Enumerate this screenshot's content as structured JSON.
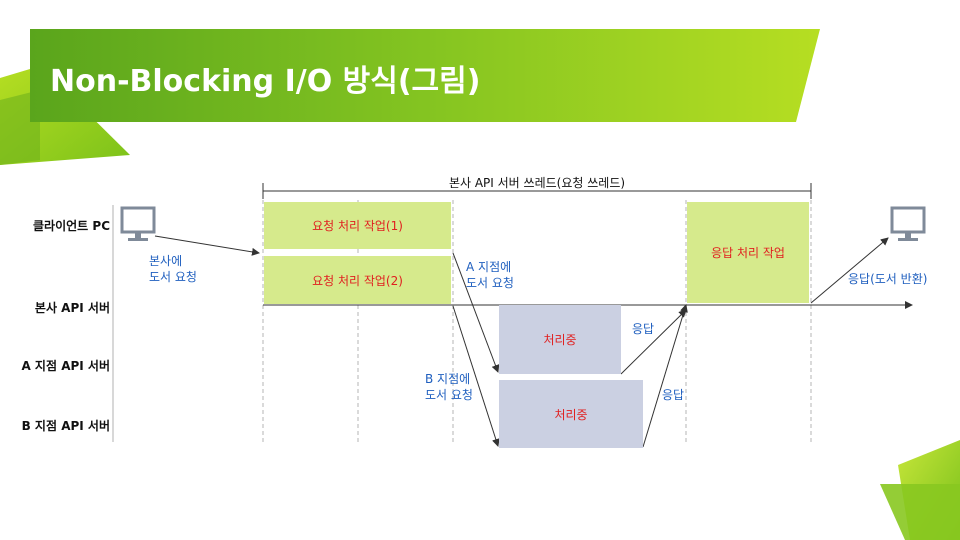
{
  "title": "Non-Blocking I/O 방식(그림)",
  "thread_label": "본사 API 서버 쓰레드(요청 쓰레드)",
  "lanes": [
    "클라이언트 PC",
    "본사 API 서버",
    "A 지점 API 서버",
    "B 지점 API 서버"
  ],
  "boxes": {
    "request_1": "요청 처리 작업(1)",
    "request_2": "요청 처리 작업(2)",
    "response_work": "응답 처리 작업",
    "processing_a": "처리중",
    "processing_b": "처리중"
  },
  "notes": {
    "client_request": [
      "본사에",
      "도서 요청"
    ],
    "a_request": [
      "A 지점에",
      "도서 요청"
    ],
    "b_request": [
      "B 지점에",
      "도서 요청"
    ],
    "a_response": "응답",
    "b_response": "응답",
    "final_response": "응답(도서 반환)"
  },
  "icons": [
    "monitor-icon",
    "monitor-icon"
  ],
  "colors": {
    "banner_green": "#7cc21a",
    "box_green": "#d6ea8c",
    "box_gray": "#cbd0e2",
    "note_blue": "#1f5fbf",
    "box_text_red": "#e02020"
  }
}
